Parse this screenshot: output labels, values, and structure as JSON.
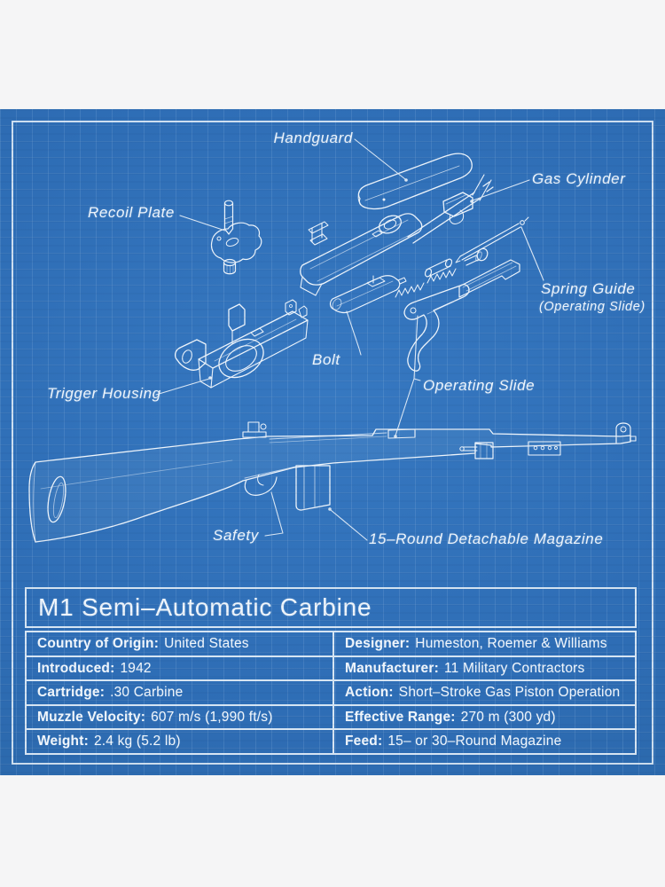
{
  "page": {
    "background_color": "#f5f5f6",
    "blueprint_color": "#2e6db5",
    "grid_color": "#afceee",
    "ink_color": "#eef5fc"
  },
  "diagram": {
    "labels": {
      "handguard": "Handguard",
      "gas_cylinder": "Gas Cylinder",
      "recoil_plate": "Recoil Plate",
      "spring_guide": "Spring Guide",
      "spring_guide_sub": "(Operating Slide)",
      "bolt": "Bolt",
      "trigger_housing": "Trigger Housing",
      "operating_slide": "Operating Slide",
      "safety": "Safety",
      "magazine": "15–Round Detachable Magazine"
    }
  },
  "spec": {
    "title": "M1 Semi–Automatic Carbine",
    "rows": [
      {
        "l_key": "Country of Origin:",
        "l_val": "United States",
        "r_key": "Designer:",
        "r_val": "Humeston, Roemer & Williams"
      },
      {
        "l_key": "Introduced:",
        "l_val": "1942",
        "r_key": "Manufacturer:",
        "r_val": "11 Military Contractors"
      },
      {
        "l_key": "Cartridge:",
        "l_val": ".30 Carbine",
        "r_key": "Action:",
        "r_val": "Short–Stroke Gas Piston Operation"
      },
      {
        "l_key": "Muzzle Velocity:",
        "l_val": "607 m/s (1,990 ft/s)",
        "r_key": "Effective Range:",
        "r_val": "270 m (300 yd)"
      },
      {
        "l_key": "Weight:",
        "l_val": "2.4 kg (5.2 lb)",
        "r_key": "Feed:",
        "r_val": "15– or 30–Round Magazine"
      }
    ]
  }
}
